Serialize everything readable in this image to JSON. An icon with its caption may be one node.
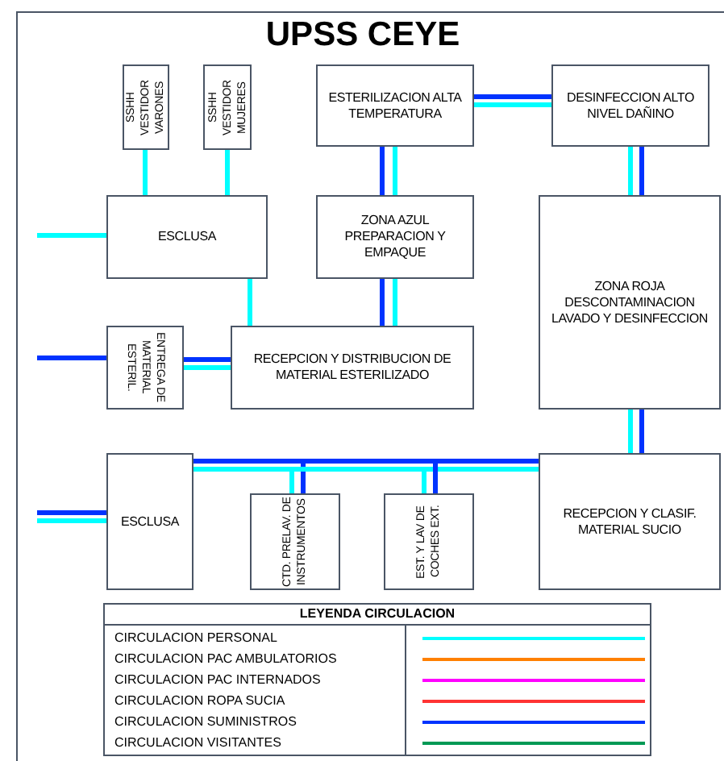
{
  "diagram": {
    "title": "UPSS CEYE",
    "nodes": [
      {
        "text": [
          "SSHH VESTIDOR VARONES"
        ]
      },
      {
        "text": [
          "SSHH VESTIDOR MUJERES"
        ]
      },
      {
        "text": [
          "ESTERILIZACION ALTA TEMPERATURA"
        ]
      },
      {
        "text": [
          "DESINFECCION ALTO NIVEL DAÑINO"
        ]
      },
      {
        "text": [
          "ESCLUSA"
        ]
      },
      {
        "text": [
          "ZONA AZUL PREPARACION Y EMPAQUE"
        ]
      },
      {
        "text": [
          "ZONA ROJA DESCONTAMINACION LAVADO Y DESINFECCION"
        ]
      },
      {
        "text": [
          "ENTREGA DE MATERIAL ESTERIL."
        ]
      },
      {
        "text": [
          "RECEPCION Y DISTRIBUCION DE MATERIAL ESTERILIZADO"
        ]
      },
      {
        "text": [
          "ESCLUSA"
        ]
      },
      {
        "text": [
          "CTD. PRELAV. DE INSTRUMENTOS"
        ]
      },
      {
        "text": [
          "EST. Y LAV DE COCHES EXT."
        ]
      },
      {
        "text": [
          "RECEPCION Y CLASIF. MATERIAL SUCIO"
        ]
      }
    ],
    "edges": [
      {
        "from": 0,
        "to": 4,
        "arrow": "none",
        "color": "#00ffff"
      },
      {
        "from": 1,
        "to": 4,
        "arrow": "none",
        "color": "#00ffff"
      },
      {
        "from": null,
        "to": 4,
        "arrow": "none",
        "color": "#00ffff"
      },
      {
        "from": 2,
        "to": 3,
        "arrow": "none",
        "color": "#0033ff"
      },
      {
        "from": 2,
        "to": 3,
        "arrow": "none",
        "color": "#00ffff"
      },
      {
        "from": 2,
        "to": 5,
        "arrow": "none",
        "color": "#0033ff"
      },
      {
        "from": 2,
        "to": 5,
        "arrow": "none",
        "color": "#00ffff"
      },
      {
        "from": 3,
        "to": 6,
        "arrow": "none",
        "color": "#00ffff"
      },
      {
        "from": 3,
        "to": 6,
        "arrow": "none",
        "color": "#0033ff"
      },
      {
        "from": 4,
        "to": 8,
        "arrow": "none",
        "color": "#00ffff"
      },
      {
        "from": 5,
        "to": 8,
        "arrow": "none",
        "color": "#0033ff"
      },
      {
        "from": 5,
        "to": 8,
        "arrow": "none",
        "color": "#00ffff"
      },
      {
        "from": null,
        "to": 7,
        "arrow": "none",
        "color": "#0033ff"
      },
      {
        "from": 7,
        "to": 8,
        "arrow": "none",
        "color": "#0033ff"
      },
      {
        "from": 7,
        "to": 8,
        "arrow": "none",
        "color": "#00ffff"
      },
      {
        "from": 6,
        "to": 12,
        "arrow": "none",
        "color": "#00ffff"
      },
      {
        "from": 6,
        "to": 12,
        "arrow": "none",
        "color": "#0033ff"
      },
      {
        "from": 9,
        "to": 12,
        "arrow": "none",
        "color": "#0033ff"
      },
      {
        "from": 9,
        "to": 12,
        "arrow": "none",
        "color": "#00ffff"
      },
      {
        "from": 9,
        "to": 10,
        "arrow": "none",
        "color": "#00ffff"
      },
      {
        "from": 9,
        "to": 10,
        "arrow": "none",
        "color": "#0033ff"
      },
      {
        "from": 9,
        "to": 11,
        "arrow": "none",
        "color": "#00ffff"
      },
      {
        "from": 9,
        "to": 11,
        "arrow": "none",
        "color": "#0033ff"
      },
      {
        "from": null,
        "to": 9,
        "arrow": "none",
        "color": "#0033ff"
      },
      {
        "from": null,
        "to": 9,
        "arrow": "none",
        "color": "#00ffff"
      }
    ],
    "labels": [
      "LEYENDA CIRCULACION"
    ],
    "legend": [
      {
        "text": "CIRCULACION PERSONAL",
        "color": "#00ffff"
      },
      {
        "text": "CIRCULACION PAC AMBULATORIOS",
        "color": "#ff8000"
      },
      {
        "text": "CIRCULACION PAC INTERNADOS",
        "color": "#ff00ff"
      },
      {
        "text": "CIRCULACION ROPA SUCIA",
        "color": "#ff3333"
      },
      {
        "text": "CIRCULACION SUMINISTROS",
        "color": "#0033ff"
      },
      {
        "text": "CIRCULACION VISITANTES",
        "color": "#009955"
      }
    ]
  }
}
